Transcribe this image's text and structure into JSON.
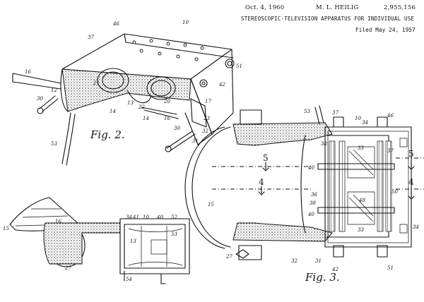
{
  "header": {
    "date": "Oct. 4, 1960",
    "inventor": "M. L. HEILIG",
    "patent_number": "2,955,156",
    "title": "STEREOSCOPIC-TELEVISION APPARATUS FOR INDIVIDUAL USE",
    "filed": "Filed May 24, 1957"
  },
  "figures": {
    "fig2": "Fig. 2.",
    "fig3": "Fig. 3."
  },
  "labels": {
    "l10": "10",
    "l12": "12",
    "l13": "13",
    "l14": "14",
    "l15": "15",
    "l16": "16",
    "l17": "17",
    "l20": "20",
    "l21": "21",
    "l22": "22",
    "l23": "23",
    "l27": "27",
    "l30": "30",
    "l31": "31",
    "l32": "32",
    "l33": "33",
    "l34": "34",
    "l36": "36",
    "l37": "37",
    "l38": "38",
    "l40": "40",
    "l41": "41",
    "l42": "42",
    "l46": "46",
    "l48": "48",
    "l50": "50",
    "l51": "51",
    "l52": "52",
    "l53": "53",
    "l54": "54"
  },
  "section_marks": {
    "s4": "4",
    "s5": "5"
  }
}
